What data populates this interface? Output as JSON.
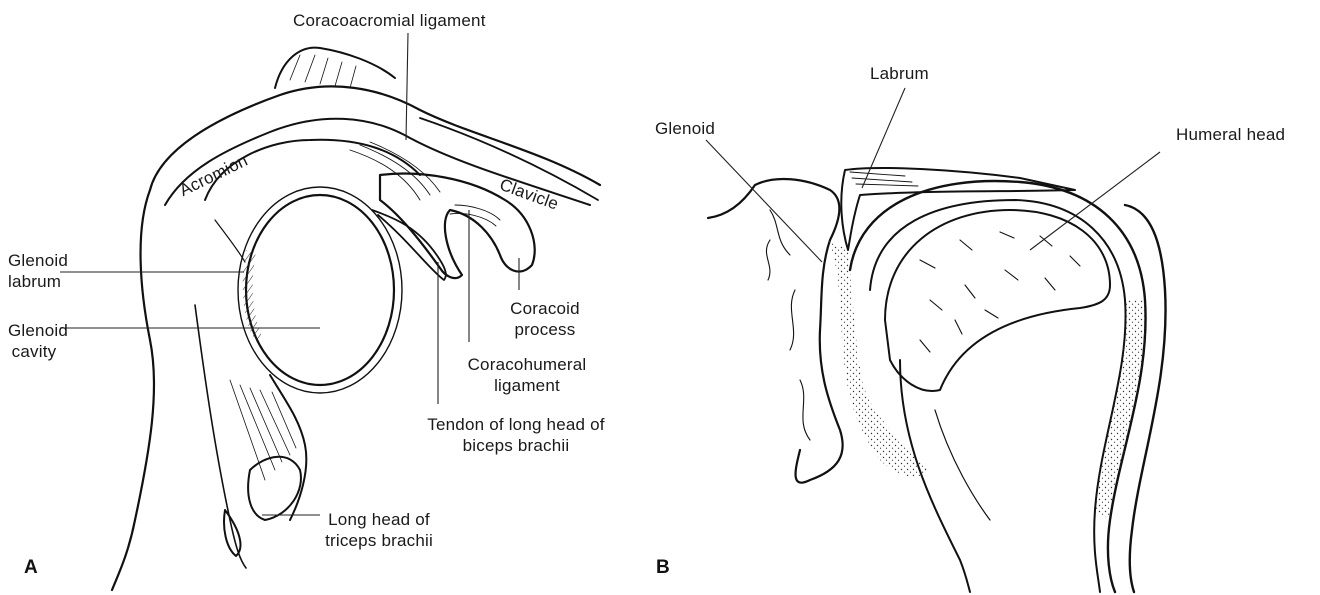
{
  "panel_a": {
    "letter": "A",
    "labels": {
      "coracoacromial_ligament": "Coracoacromial ligament",
      "acromion": "Acromion",
      "clavicle": "Clavicle",
      "glenoid_labrum_1": "Glenoid",
      "glenoid_labrum_2": "labrum",
      "glenoid_cavity_1": "Glenoid",
      "glenoid_cavity_2": "cavity",
      "coracoid_process_1": "Coracoid",
      "coracoid_process_2": "process",
      "coracohumeral_ligament_1": "Coracohumeral",
      "coracohumeral_ligament_2": "ligament",
      "biceps_tendon_1": "Tendon of long head of",
      "biceps_tendon_2": "biceps brachii",
      "triceps_1": "Long head of",
      "triceps_2": "triceps brachii"
    }
  },
  "panel_b": {
    "letter": "B",
    "labels": {
      "labrum": "Labrum",
      "glenoid": "Glenoid",
      "humeral_head": "Humeral head"
    }
  }
}
